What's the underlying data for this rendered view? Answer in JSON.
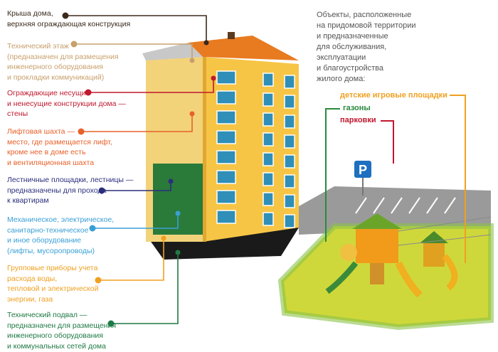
{
  "labels": [
    {
      "id": "roof",
      "title": "Крыша дома,",
      "text": "верхняя ограждающая конструкция",
      "color": "#3b2a1c"
    },
    {
      "id": "tech-floor",
      "title": "Технический этаж",
      "text": "(предназначен для размещения\nинженерного оборудования\nи прокладки коммуникаций)",
      "color": "#c8a06c"
    },
    {
      "id": "walls",
      "title": "Ограждающие несущие",
      "text": "и ненесущие конструкции дома —\nстены",
      "color": "#c0182e"
    },
    {
      "id": "lift",
      "title": "Лифтовая шахта —",
      "text": "место, где размещается лифт,\nкроме нее в доме есть\nи вентиляционная шахта",
      "color": "#e8602a"
    },
    {
      "id": "stairs",
      "title": "Лестничные площадки, лестницы —",
      "text": "предназначены для прохода\nк квартирам",
      "color": "#2b2f7c"
    },
    {
      "id": "equipment",
      "title": "Механическое, электрическое,",
      "text": "санитарно-техническое\nи иное оборудование\n(лифты, мусоропроводы)",
      "color": "#3a9fd6"
    },
    {
      "id": "meters",
      "title": "Групповые приборы учета",
      "text": "расхода воды,\nтепловой и электрической\nэнергии, газа",
      "color": "#f0a020"
    },
    {
      "id": "basement",
      "title": "Технический подвал —",
      "text": "предназначен для размещения\nинженерного оборудования\nи коммунальных сетей дома",
      "color": "#1f7a44"
    }
  ],
  "territory": {
    "intro": "Объекты, расположенные\nна придомовой территории\nи предназначенные\nдля обслуживания,\nэксплуатации\nи благоустройства\nжилого дома:",
    "items": [
      {
        "label": "детские игровые площадки",
        "color": "#f0a020"
      },
      {
        "label": "газоны",
        "color": "#2a8a3c"
      },
      {
        "label": "парковки",
        "color": "#c0182e"
      }
    ]
  },
  "parking_sign": "P"
}
